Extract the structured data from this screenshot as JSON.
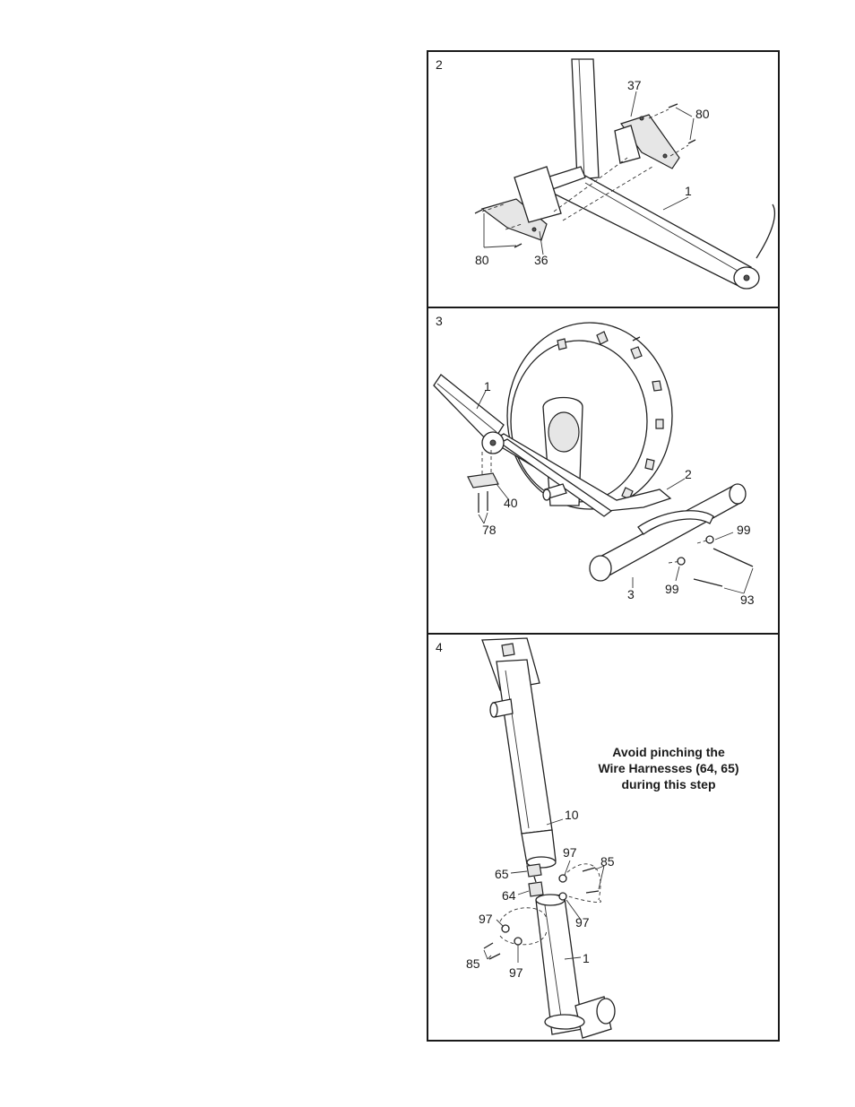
{
  "steps": [
    {
      "number": "2",
      "callouts": [
        "37",
        "80",
        "1",
        "80",
        "36"
      ]
    },
    {
      "number": "3",
      "callouts": [
        "1",
        "2",
        "40",
        "78",
        "99",
        "99",
        "3",
        "93"
      ]
    },
    {
      "number": "4",
      "note_lines": [
        "Avoid pinching the",
        "Wire Harnesses (64, 65)",
        "during this step"
      ],
      "callouts": [
        "10",
        "97",
        "85",
        "65",
        "64",
        "97",
        "97",
        "85",
        "97",
        "1"
      ]
    }
  ]
}
